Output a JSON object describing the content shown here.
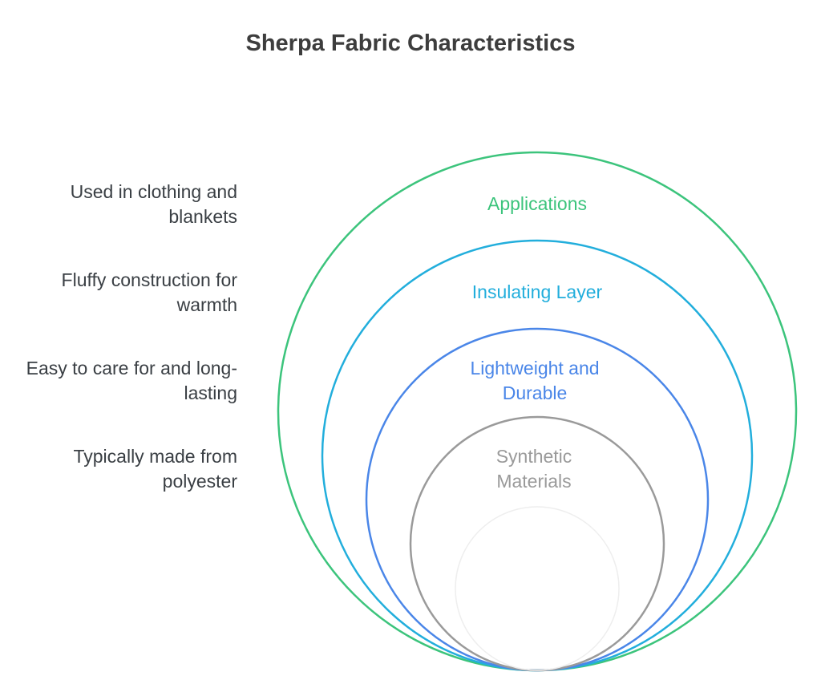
{
  "title": "Sherpa Fabric Characteristics",
  "layers": [
    {
      "label": "Applications",
      "description": "Used in clothing and blankets",
      "color": "#3cc47c"
    },
    {
      "label": "Insulating Layer",
      "description": "Fluffy construction for warmth",
      "color": "#22aedc"
    },
    {
      "label": "Lightweight and Durable",
      "description": "Easy to care for and long-lasting",
      "color": "#4a86e8"
    },
    {
      "label": "Synthetic Materials",
      "description": "Typically made from polyester",
      "color": "#9a9a9a"
    }
  ]
}
